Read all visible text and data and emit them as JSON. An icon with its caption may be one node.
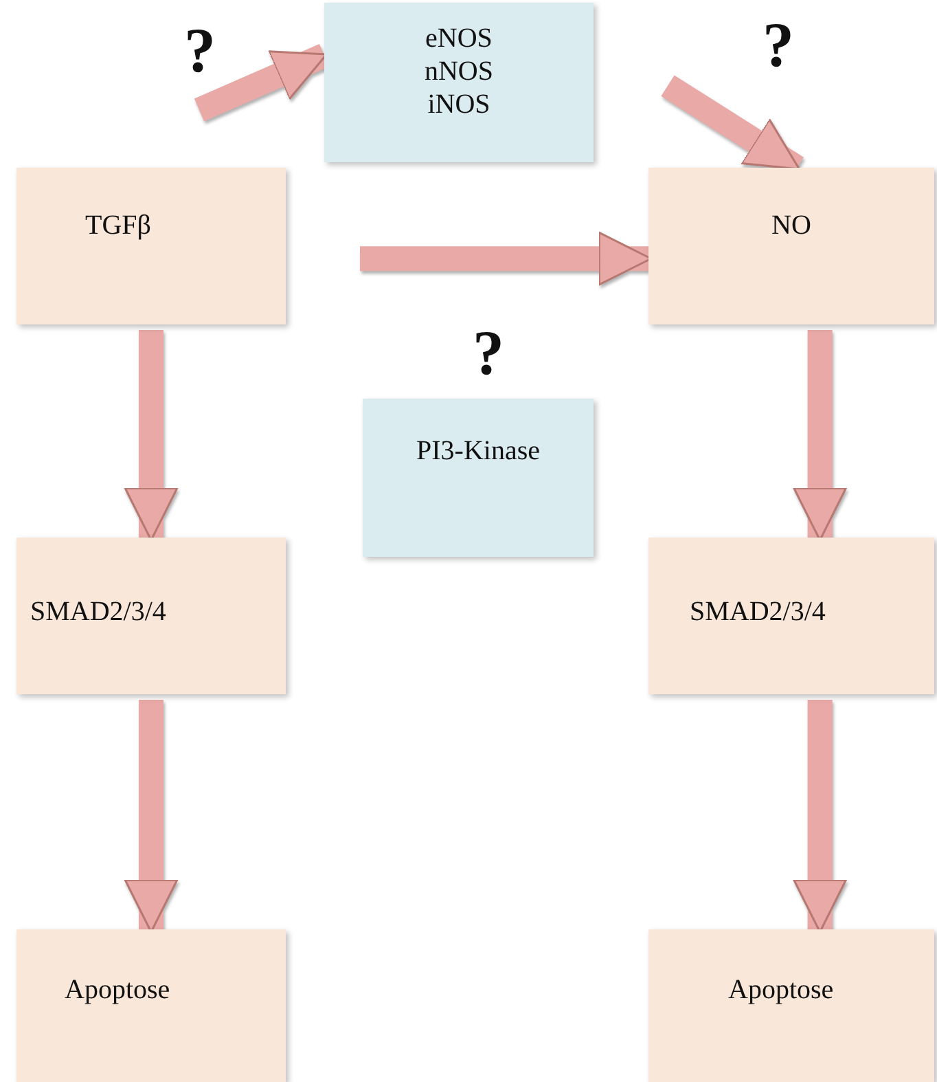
{
  "diagram": {
    "nodes": [
      {
        "text": [
          "eNOS",
          "nNOS",
          "iNOS"
        ]
      },
      {
        "text": [
          "TGFβ"
        ]
      },
      {
        "text": [
          "NO"
        ]
      },
      {
        "text": [
          "PI3-Kinase"
        ],
        "beside": [
          "?"
        ]
      },
      {
        "text": [
          "SMAD2/3/4"
        ]
      },
      {
        "text": [
          "SMAD2/3/4"
        ]
      },
      {
        "text": [
          "Apoptose"
        ]
      },
      {
        "text": [
          "Apoptose"
        ]
      }
    ],
    "edges": [
      {
        "from": null,
        "to": 0,
        "arrow": "to",
        "label": "?"
      },
      {
        "from": 0,
        "to": 2,
        "arrow": "to",
        "label": "?"
      },
      {
        "from": 1,
        "to": 2,
        "arrow": "to"
      },
      {
        "from": 1,
        "to": 4,
        "arrow": "to"
      },
      {
        "from": 2,
        "to": 5,
        "arrow": "to"
      },
      {
        "from": 4,
        "to": 6,
        "arrow": "to"
      },
      {
        "from": 5,
        "to": 7,
        "arrow": "to"
      }
    ]
  }
}
